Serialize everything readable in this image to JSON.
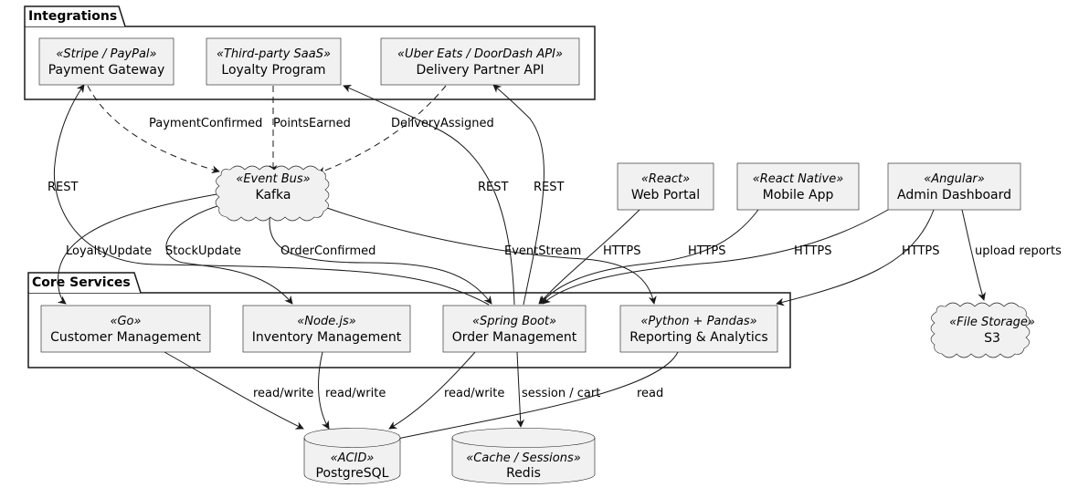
{
  "packages": [
    {
      "id": "integrations",
      "title": "Integrations"
    },
    {
      "id": "core",
      "title": "Core Services"
    }
  ],
  "nodes": [
    {
      "id": "payment",
      "stereotype": "«Stripe / PayPal»",
      "label": "Payment Gateway"
    },
    {
      "id": "loyalty",
      "stereotype": "«Third-party SaaS»",
      "label": "Loyalty Program"
    },
    {
      "id": "delivery",
      "stereotype": "«Uber Eats / DoorDash API»",
      "label": "Delivery Partner API"
    },
    {
      "id": "kafka",
      "stereotype": "«Event Bus»",
      "label": "Kafka"
    },
    {
      "id": "web",
      "stereotype": "«React»",
      "label": "Web Portal"
    },
    {
      "id": "mobile",
      "stereotype": "«React Native»",
      "label": "Mobile App"
    },
    {
      "id": "admin",
      "stereotype": "«Angular»",
      "label": "Admin Dashboard"
    },
    {
      "id": "customer",
      "stereotype": "«Go»",
      "label": "Customer Management"
    },
    {
      "id": "inventory",
      "stereotype": "«Node.js»",
      "label": "Inventory Management"
    },
    {
      "id": "order",
      "stereotype": "«Spring Boot»",
      "label": "Order Management"
    },
    {
      "id": "reporting",
      "stereotype": "«Python + Pandas»",
      "label": "Reporting & Analytics"
    },
    {
      "id": "s3",
      "stereotype": "«File Storage»",
      "label": "S3"
    },
    {
      "id": "postgres",
      "stereotype": "«ACID»",
      "label": "PostgreSQL"
    },
    {
      "id": "redis",
      "stereotype": "«Cache / Sessions»",
      "label": "Redis"
    }
  ],
  "edges": [
    {
      "id": "payment-kafka",
      "label": "PaymentConfirmed"
    },
    {
      "id": "loyalty-kafka",
      "label": "PointsEarned"
    },
    {
      "id": "delivery-kafka",
      "label": "DeliveryAssigned"
    },
    {
      "id": "order-payment",
      "label": "REST"
    },
    {
      "id": "order-loyalty",
      "label": "REST"
    },
    {
      "id": "order-delivery",
      "label": "REST"
    },
    {
      "id": "kafka-customer",
      "label": "LoyaltyUpdate"
    },
    {
      "id": "kafka-inventory",
      "label": "StockUpdate"
    },
    {
      "id": "kafka-order",
      "label": "OrderConfirmed"
    },
    {
      "id": "kafka-reporting",
      "label": "EventStream"
    },
    {
      "id": "web-order",
      "label": "HTTPS"
    },
    {
      "id": "mobile-order",
      "label": "HTTPS"
    },
    {
      "id": "admin-order",
      "label": "HTTPS"
    },
    {
      "id": "admin-reporting",
      "label": "HTTPS"
    },
    {
      "id": "admin-s3",
      "label": "upload reports"
    },
    {
      "id": "customer-postgres",
      "label": "read/write"
    },
    {
      "id": "inventory-postgres",
      "label": "read/write"
    },
    {
      "id": "order-postgres",
      "label": "read/write"
    },
    {
      "id": "order-redis",
      "label": "session / cart"
    },
    {
      "id": "reporting-postgres",
      "label": "read"
    }
  ]
}
